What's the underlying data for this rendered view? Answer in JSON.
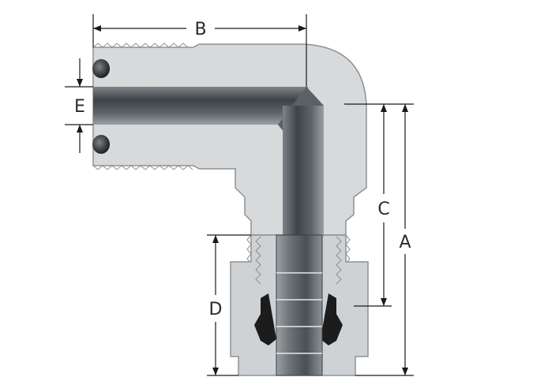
{
  "diagram": {
    "labels": {
      "a": "A",
      "b": "B",
      "c": "C",
      "d": "D",
      "e": "E"
    },
    "colors": {
      "body": "#d7d9db",
      "body_outline": "#8d9296",
      "tube_dark": "#3f4448",
      "tube_mid": "#7b8186",
      "tube_light": "#b6bbbf",
      "nut": "#cfd2d5",
      "ferrule": "#1c1c1c",
      "dimension": "#1a1a1a"
    }
  }
}
